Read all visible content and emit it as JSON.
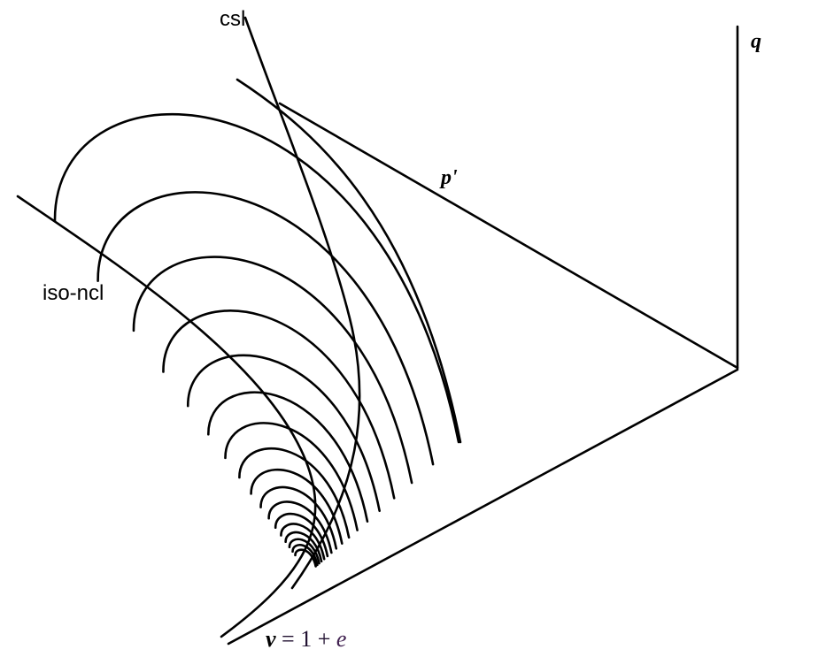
{
  "labels": {
    "csl": "csl",
    "q": "q",
    "p_prime": "p'",
    "iso_ncl": "iso-ncl",
    "v_var": "v",
    "v_eq": "= 1 + ",
    "v_e": "e"
  },
  "arc_count": 17
}
